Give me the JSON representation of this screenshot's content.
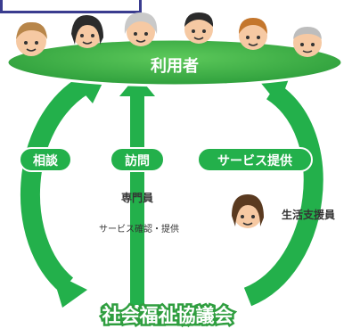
{
  "users_label": "利用者",
  "council_label": "社会福祉協議会",
  "arrows": {
    "left": "相談",
    "center": "訪問",
    "right": "サービス提供"
  },
  "specialist_label": "専門員",
  "service_confirm_label": "サービス確認・提供",
  "life_support_label": "生活支援員",
  "colors": {
    "green": "#23b04b",
    "ellipse_green": "#3cb64b",
    "council_text": "#2f9e3f",
    "frame_blue": "#3a3c8f"
  }
}
